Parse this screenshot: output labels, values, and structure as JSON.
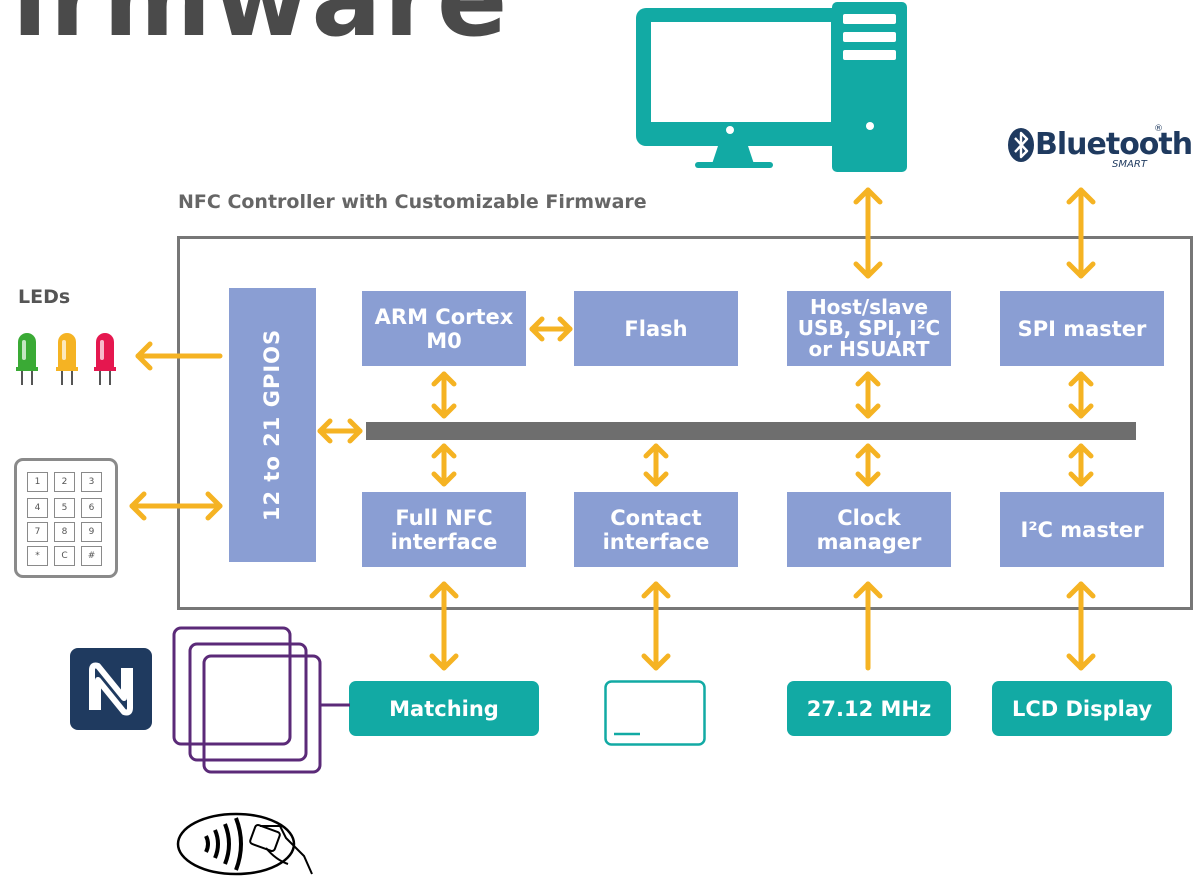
{
  "header": {
    "title_fragment": "irmware"
  },
  "diagram": {
    "subtitle": "NFC Controller with Customizable Firmware",
    "leds_label": "LEDs",
    "blocks": {
      "gpio": "12 to 21 GPIOS",
      "arm": "ARM Cortex\nM0",
      "flash": "Flash",
      "host": "Host/slave\nUSB, SPI, I²C\nor HSUART",
      "spi_master": "SPI master",
      "full_nfc": "Full NFC\ninterface",
      "contact": "Contact\ninterface",
      "clock": "Clock\nmanager",
      "i2c_master": "I²C master"
    },
    "external": {
      "matching": "Matching",
      "clock_freq": "27.12 MHz",
      "lcd": "LCD Display"
    },
    "bluetooth": {
      "brand": "Bluetooth",
      "tag": "SMART",
      "registered": "®"
    },
    "keypad_keys": [
      "1",
      "2",
      "3",
      "4",
      "5",
      "6",
      "7",
      "8",
      "9",
      "*",
      "C",
      "#"
    ],
    "colors": {
      "block": "#8a9ed3",
      "teal": "#12aaa4",
      "arrow": "#f5b323",
      "bus": "#6e6e6e",
      "border": "#777777",
      "led_green": "#3aaa35",
      "led_yellow": "#f5b323",
      "led_red": "#e5174f",
      "nfc_blue": "#1f3a5f",
      "antenna": "#5b2a78"
    }
  }
}
